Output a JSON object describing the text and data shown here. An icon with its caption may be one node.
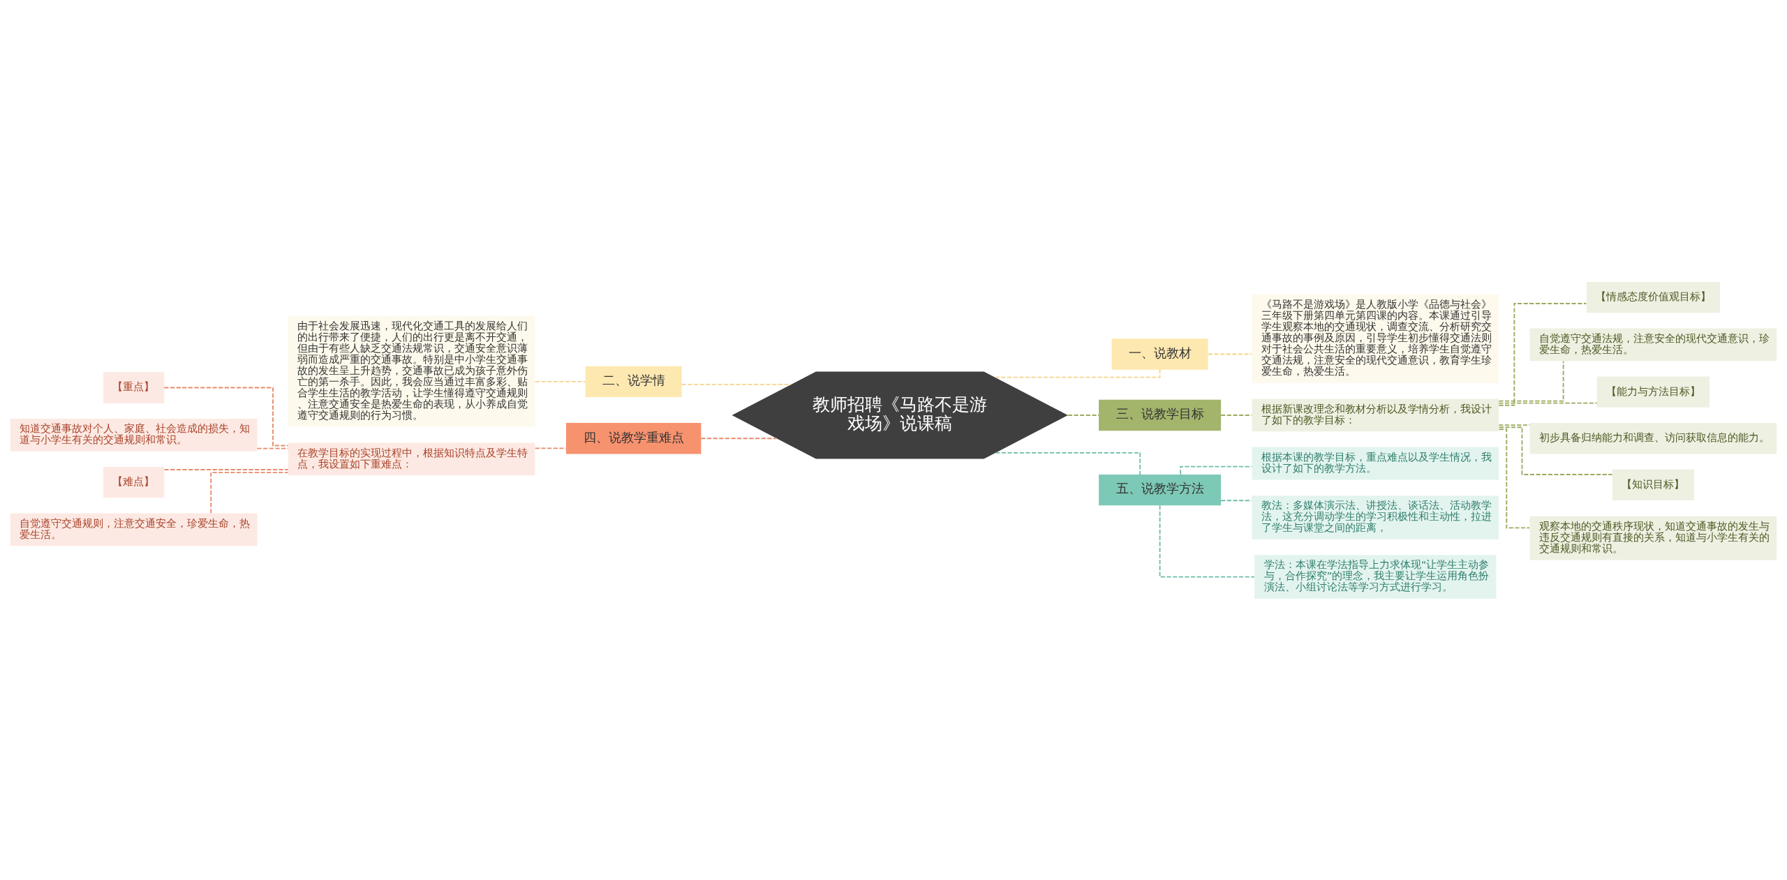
{
  "diagram": {
    "nodes": [
      {
        "text": [
          "教师招聘《马路不是游戏场》说课稿"
        ]
      },
      {
        "text": [
          "一、说教材"
        ]
      },
      {
        "text": [
          "《马路不是游戏场》是人教版小学《品德与社会》三年级下册第四单元第四课的内容。本课通过引导学生观察本地的交通现状，调查交流、分析研究交通事故的事例及原因，引导学生初步懂得交通法则对于社会公共生活的重要意义，培养学生自觉遵守交通法规，注意安全的现代交通意识，教育学生珍爱生命，热爱生活。"
        ]
      },
      {
        "text": [
          "二、说学情"
        ]
      },
      {
        "text": [
          "由于社会发展迅速，现代化交通工具的发展给人们的出行带来了便捷，人们的出行更是离不开交通，但由于有些人缺乏交通法规常识，交通安全意识薄弱而造成严重的交通事故。特别是中小学生交通事故的发生呈上升趋势，交通事故已成为孩子意外伤亡的第一杀手。因此，我会应当通过丰富多彩、贴合学生生活的教学活动，让学生懂得遵守交通规则、注意交通安全是热爱生命的表现，从小养成自觉遵守交通规则的行为习惯。"
        ]
      },
      {
        "text": [
          "三、说教学目标"
        ]
      },
      {
        "text": [
          "根据新课改理念和教材分析以及学情分析，我设计了如下的教学目标："
        ]
      },
      {
        "text": [
          "【情感态度价值观目标】"
        ]
      },
      {
        "text": [
          "自觉遵守交通法规，注意安全的现代交通意识，珍爱生命，热爱生活。"
        ]
      },
      {
        "text": [
          "【能力与方法目标】"
        ]
      },
      {
        "text": [
          "初步具备归纳能力和调查、访问获取信息的能力。"
        ]
      },
      {
        "text": [
          "【知识目标】"
        ]
      },
      {
        "text": [
          "观察本地的交通秩序现状，知道交通事故的发生与违反交通规则有直接的关系，知道与小学生有关的交通规则和常识。"
        ]
      },
      {
        "text": [
          "四、说教学重难点"
        ]
      },
      {
        "text": [
          "在教学目标的实现过程中，根据知识特点及学生特点，我设置如下重难点："
        ]
      },
      {
        "text": [
          "【重点】"
        ]
      },
      {
        "text": [
          "知道交通事故对个人、家庭、社会造成的损失，知道与小学生有关的交通规则和常识。"
        ]
      },
      {
        "text": [
          "【难点】"
        ]
      },
      {
        "text": [
          "自觉遵守交通规则，注意交通安全，珍爱生命，热爱生活。"
        ]
      },
      {
        "text": [
          "五、说教学方法"
        ]
      },
      {
        "text": [
          "根据本课的教学目标，重点难点以及学生情况，我设计了如下的教学方法。"
        ]
      },
      {
        "text": [
          "教法：多媒体演示法、讲授法、谈话法、活动教学法，这充分调动学生的学习积极性和主动性，拉进了学生与课堂之间的距离，"
        ]
      },
      {
        "text": [
          "学法：本课在学法指导上力求体现“让学生主动参与，合作探究”的理念，我主要让学生运用角色扮演法、小组讨论法等学习方式进行学习。"
        ]
      }
    ],
    "edges": [
      {
        "from": 0,
        "to": 1,
        "arrow": "none",
        "style": "dashed",
        "color": "#f5d38a"
      },
      {
        "from": 1,
        "to": 2,
        "arrow": "none",
        "style": "dashed",
        "color": "#f5d38a"
      },
      {
        "from": 0,
        "to": 3,
        "arrow": "none",
        "style": "dashed",
        "color": "#f5d38a"
      },
      {
        "from": 3,
        "to": 4,
        "arrow": "none",
        "style": "dashed",
        "color": "#f5d38a"
      },
      {
        "from": 0,
        "to": 5,
        "arrow": "none",
        "style": "dashed"
      },
      {
        "from": 5,
        "to": 6,
        "arrow": "none",
        "style": "dashed"
      },
      {
        "from": 6,
        "to": 7,
        "arrow": "none",
        "style": "dashed"
      },
      {
        "from": 6,
        "to": 8,
        "arrow": "none",
        "style": "dashed"
      },
      {
        "from": 6,
        "to": 9,
        "arrow": "none",
        "style": "dashed"
      },
      {
        "from": 6,
        "to": 10,
        "arrow": "none",
        "style": "dashed"
      },
      {
        "from": 6,
        "to": 11,
        "arrow": "none",
        "style": "dashed"
      },
      {
        "from": 6,
        "to": 12,
        "arrow": "none",
        "style": "dashed"
      },
      {
        "from": 0,
        "to": 13,
        "arrow": "none",
        "style": "dashed",
        "color": "#e8896a"
      },
      {
        "from": 13,
        "to": 14,
        "arrow": "none",
        "style": "dashed",
        "color": "#e8896a"
      },
      {
        "from": 14,
        "to": 15,
        "arrow": "none",
        "style": "dashed",
        "color": "#e8896a"
      },
      {
        "from": 14,
        "to": 16,
        "arrow": "none",
        "style": "dashed",
        "color": "#e8896a"
      },
      {
        "from": 14,
        "to": 17,
        "arrow": "none",
        "style": "dashed",
        "color": "#e8896a"
      },
      {
        "from": 14,
        "to": 18,
        "arrow": "none",
        "style": "dashed",
        "color": "#e8896a"
      },
      {
        "from": 0,
        "to": 19,
        "arrow": "none",
        "style": "dashed",
        "color": "#6dbcaa"
      },
      {
        "from": 19,
        "to": 20,
        "arrow": "none",
        "style": "dashed",
        "color": "#6dbcaa"
      },
      {
        "from": 19,
        "to": 21,
        "arrow": "none",
        "style": "dashed",
        "color": "#6dbcaa"
      },
      {
        "from": 19,
        "to": 22,
        "arrow": "none",
        "style": "dashed",
        "color": "#6dbcaa"
      }
    ]
  }
}
